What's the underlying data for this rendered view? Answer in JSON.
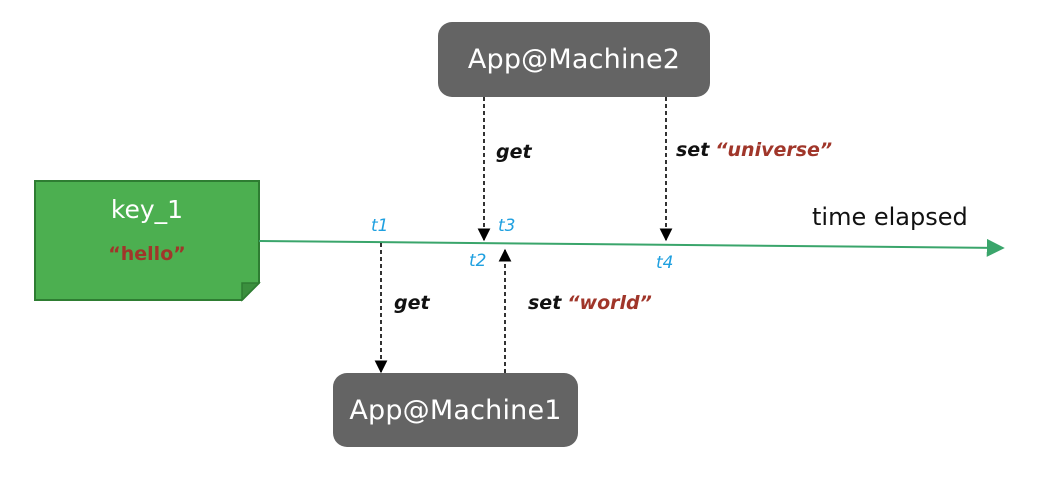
{
  "key": {
    "name": "key_1",
    "value": "“hello”"
  },
  "timeline": {
    "label": "time elapsed",
    "ticks": [
      "t1",
      "t2",
      "t3",
      "t4"
    ]
  },
  "machines": {
    "top": "App@Machine2",
    "bottom": "App@Machine1"
  },
  "operations": {
    "m1_get": "get",
    "m1_set_verb": "set",
    "m1_set_value": "“world”",
    "m2_get": "get",
    "m2_set_verb": "set",
    "m2_set_value": "“universe”"
  },
  "colors": {
    "timeline": "#3aa56b",
    "key_note_fill": "#4caf50",
    "key_note_border": "#2e7d32",
    "app_box": "#646464",
    "tick_text": "#1fa0e0",
    "value_text": "#a0362a"
  }
}
